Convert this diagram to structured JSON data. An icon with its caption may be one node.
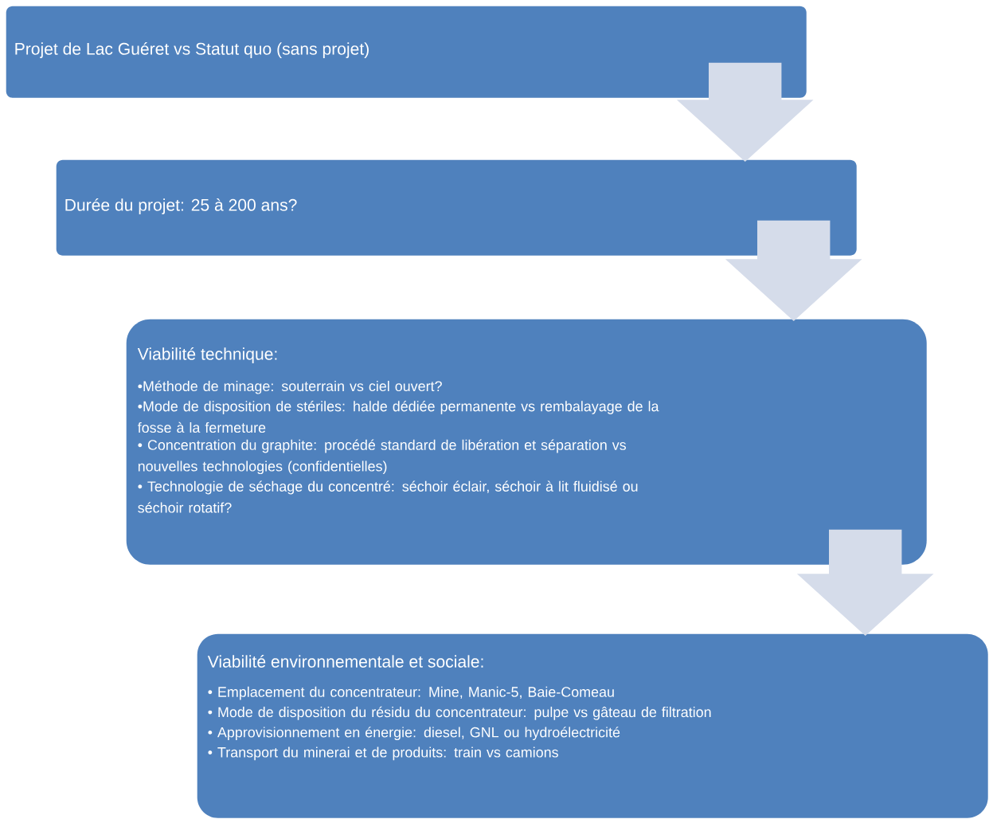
{
  "diagram": {
    "nodes": [
      {
        "text": [
          "Projet de Lac Guéret vs Statut quo (sans projet)"
        ]
      },
      {
        "text": [
          "Durée du projet: 25 à 200 ans?"
        ]
      },
      {
        "text": [
          "Viabilité technique:",
          "•Méthode de minage: souterrain vs ciel ouvert?",
          "•Mode de disposition de stériles: halde dédiée permanente vs rembalayage de la fosse à la fermeture",
          "• Concentration du graphite: procédé standard de libération et séparation vs nouvelles technologies (confidentielles)",
          "• Technologie de séchage du concentré: séchoir éclair, séchoir à lit fluidisé ou séchoir rotatif?"
        ]
      },
      {
        "text": [
          "Viabilité environnementale et sociale:",
          "• Emplacement du concentrateur: Mine, Manic-5, Baie-Comeau",
          "• Mode de disposition du résidu du concentrateur: pulpe vs gâteau de filtration",
          "• Approvisionnement en énergie: diesel, GNL ou hydroélectricité",
          "• Transport du minerai et de produits: train vs camions"
        ]
      }
    ],
    "edges": [
      {
        "from": 0,
        "to": 1,
        "arrow": "to"
      },
      {
        "from": 1,
        "to": 2,
        "arrow": "to"
      },
      {
        "from": 2,
        "to": 3,
        "arrow": "to"
      }
    ]
  }
}
